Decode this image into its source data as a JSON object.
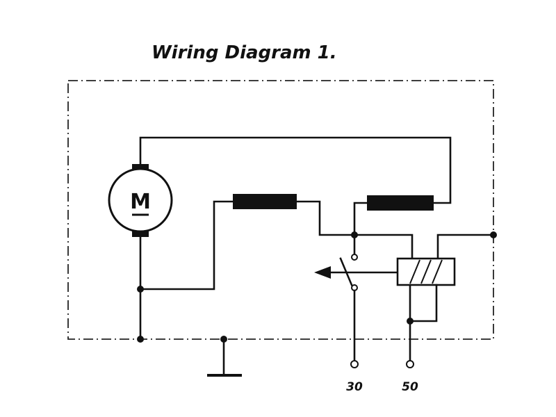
{
  "title": "Wiring Diagram 1.",
  "motor": {
    "label": "M"
  },
  "terminals": [
    {
      "label": "30"
    },
    {
      "label": "50"
    }
  ],
  "colors": {
    "ink": "#111111",
    "background": "#ffffff"
  }
}
